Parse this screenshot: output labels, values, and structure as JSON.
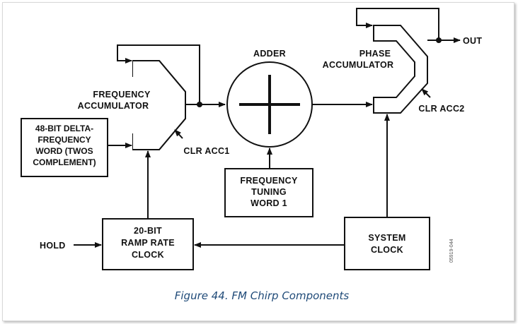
{
  "blocks": {
    "freq_acc_title": [
      "FREQUENCY",
      "ACCUMULATOR"
    ],
    "delta_word": [
      "48-BIT DELTA-",
      "FREQUENCY",
      "WORD (TWOS",
      "COMPLEMENT)"
    ],
    "clr_acc1": "CLR ACC1",
    "adder_title": "ADDER",
    "tuning_word": [
      "FREQUENCY",
      "TUNING",
      "WORD 1"
    ],
    "phase_acc_title": [
      "PHASE",
      "ACCUMULATOR"
    ],
    "clr_acc2": "CLR ACC2",
    "out": "OUT",
    "hold": "HOLD",
    "ramp_clock": [
      "20-BIT",
      "RAMP RATE",
      "CLOCK"
    ],
    "system_clock": [
      "SYSTEM",
      "CLOCK"
    ],
    "figure_code": "05919-044"
  },
  "caption": "Figure 44. FM Chirp Components"
}
